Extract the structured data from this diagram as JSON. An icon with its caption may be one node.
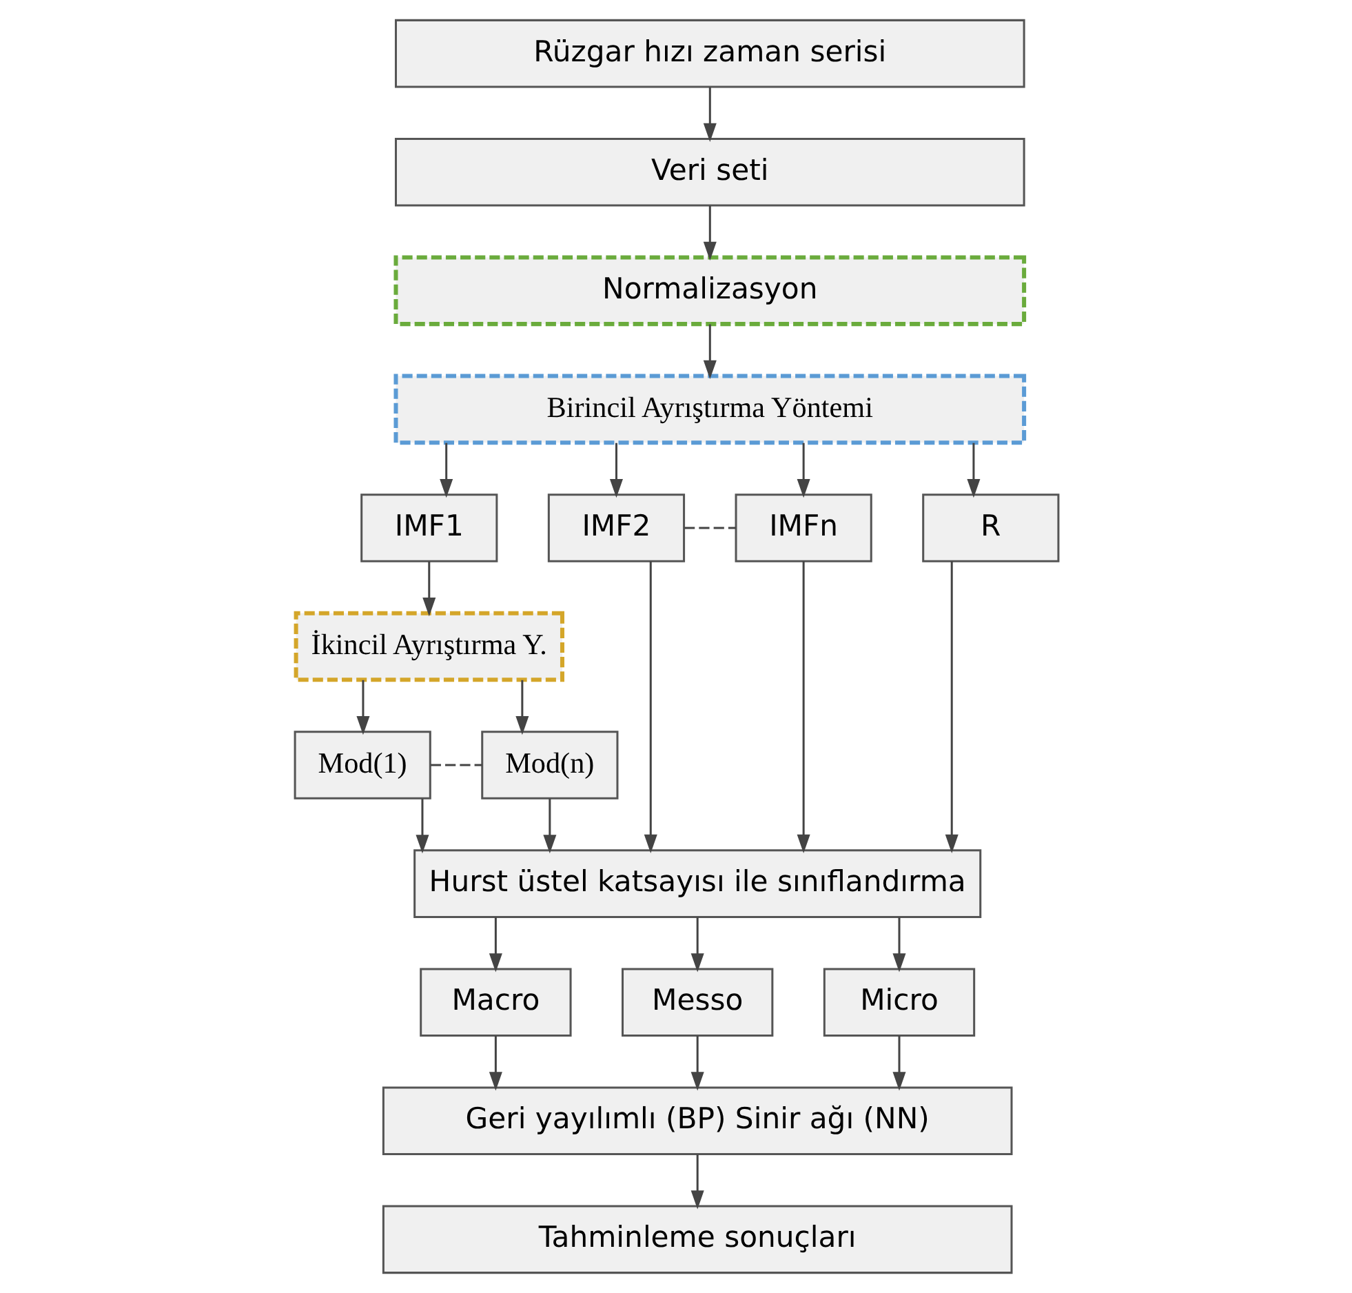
{
  "diagram": {
    "nodes": [
      {
        "text": [
          "Rüzgar hızı zaman serisi"
        ]
      },
      {
        "text": [
          "Veri seti"
        ]
      },
      {
        "text": [
          "Normalizasyon"
        ]
      },
      {
        "text": [
          "Birincil Ayrıştırma Yöntemi"
        ]
      },
      {
        "text": [
          "IMF1"
        ]
      },
      {
        "text": [
          "IMF2"
        ]
      },
      {
        "text": [
          "IMFn"
        ]
      },
      {
        "text": [
          "R"
        ]
      },
      {
        "text": [
          "İkincil Ayrıştırma Y."
        ]
      },
      {
        "text": [
          "Mod(1)"
        ]
      },
      {
        "text": [
          "Mod(n)"
        ]
      },
      {
        "text": [
          "Hurst üstel katsayısı ile sınıflandırma"
        ]
      },
      {
        "text": [
          "Macro"
        ]
      },
      {
        "text": [
          "Messo"
        ]
      },
      {
        "text": [
          "Micro"
        ]
      },
      {
        "text": [
          "Geri yayılımlı (BP) Sinir ağı (NN)"
        ]
      },
      {
        "text": [
          "Tahminleme sonuçları"
        ]
      }
    ],
    "edges": [
      {
        "from": 0,
        "to": 1,
        "arrow": "to"
      },
      {
        "from": 1,
        "to": 2,
        "arrow": "to"
      },
      {
        "from": 2,
        "to": 3,
        "arrow": "to"
      },
      {
        "from": 3,
        "to": 4,
        "arrow": "to"
      },
      {
        "from": 3,
        "to": 5,
        "arrow": "to"
      },
      {
        "from": 3,
        "to": 6,
        "arrow": "to"
      },
      {
        "from": 3,
        "to": 7,
        "arrow": "to"
      },
      {
        "from": 4,
        "to": 8,
        "arrow": "to"
      },
      {
        "from": 5,
        "to": 6,
        "arrow": "none",
        "style": "dashed"
      },
      {
        "from": 8,
        "to": 9,
        "arrow": "to"
      },
      {
        "from": 8,
        "to": 10,
        "arrow": "to"
      },
      {
        "from": 9,
        "to": 10,
        "arrow": "none",
        "style": "dashed"
      },
      {
        "from": 9,
        "to": 11,
        "arrow": "to"
      },
      {
        "from": 10,
        "to": 11,
        "arrow": "to"
      },
      {
        "from": 5,
        "to": 11,
        "arrow": "to"
      },
      {
        "from": 6,
        "to": 11,
        "arrow": "to"
      },
      {
        "from": 7,
        "to": 11,
        "arrow": "to"
      },
      {
        "from": 11,
        "to": 12,
        "arrow": "to"
      },
      {
        "from": 11,
        "to": 13,
        "arrow": "to"
      },
      {
        "from": 11,
        "to": 14,
        "arrow": "to"
      },
      {
        "from": 12,
        "to": 15,
        "arrow": "to"
      },
      {
        "from": 13,
        "to": 15,
        "arrow": "to"
      },
      {
        "from": 14,
        "to": 15,
        "arrow": "to"
      },
      {
        "from": 15,
        "to": 16,
        "arrow": "to"
      }
    ]
  }
}
